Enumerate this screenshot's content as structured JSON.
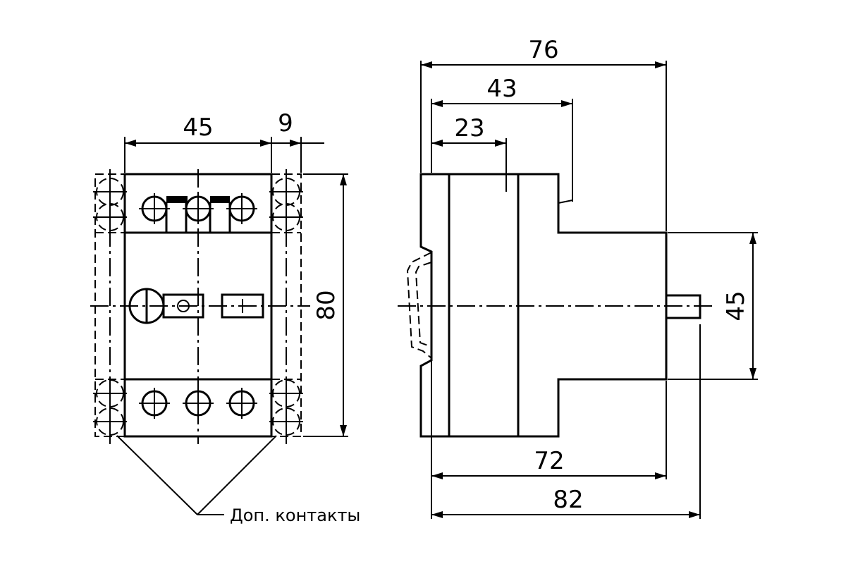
{
  "dimensions": {
    "front_width": "45",
    "front_aux_width": "9",
    "front_height": "80",
    "side_total_depth": "76",
    "side_depth_43": "43",
    "side_depth_23": "23",
    "side_rail_height": "45",
    "side_depth_72": "72",
    "side_depth_82": "82"
  },
  "labels": {
    "aux_contacts": "Доп. контакты"
  }
}
